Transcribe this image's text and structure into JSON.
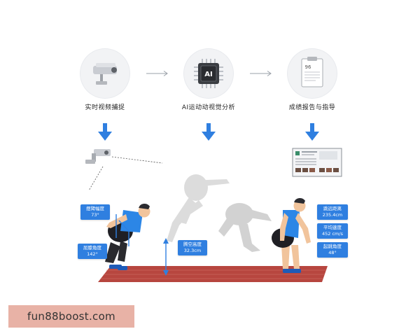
{
  "steps": [
    {
      "label": "实时视频捕捉",
      "icon": "security-camera-icon"
    },
    {
      "label": "AI运动动视觉分析",
      "icon": "ai-chip-icon",
      "chip_text": "AI"
    },
    {
      "label": "成绩报告与指导",
      "icon": "report-document-icon",
      "score_text": "96"
    }
  ],
  "measurements": {
    "trunk_angle": {
      "label": "摆臂幅度",
      "value": "73°"
    },
    "knee_angle": {
      "label": "屈膝角度",
      "value": "142°"
    },
    "flight_height": {
      "label": "腾空高度",
      "value": "32.3cm"
    },
    "jump_distance": {
      "label": "跳远距离",
      "value": "235.4cm"
    },
    "avg_speed": {
      "label": "平均速度",
      "value": "452 cm/s"
    },
    "takeoff_angle": {
      "label": "起跳角度",
      "value": "48°"
    }
  },
  "watermark": "fun88boost.com",
  "colors": {
    "accent_blue": "#2f7fe0",
    "track_red": "#b7463f",
    "shirt_blue": "#2c86e6",
    "skin": "#f1c49c"
  }
}
